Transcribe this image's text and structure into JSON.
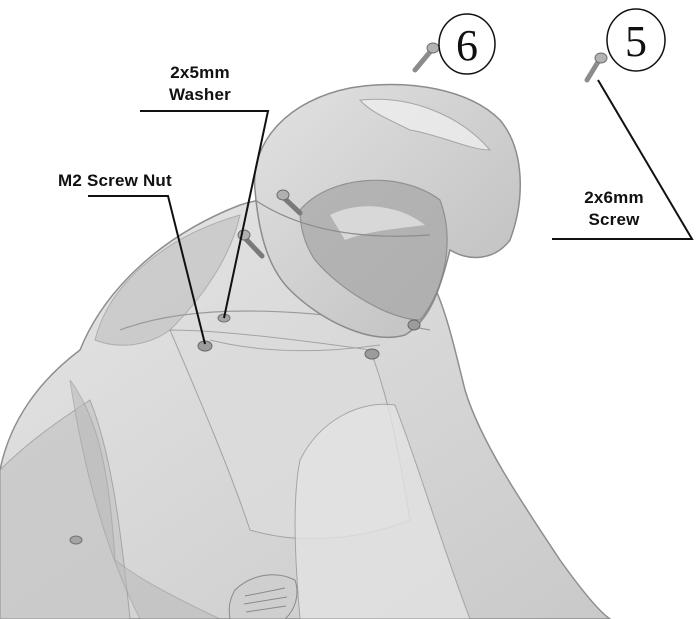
{
  "labels": {
    "washer_line1": "2x5mm",
    "washer_line2": "Washer",
    "nut": "M2 Screw Nut",
    "screw_line1": "2x6mm",
    "screw_line2": "Screw"
  },
  "steps": {
    "left": "6",
    "right": "5"
  },
  "colors": {
    "body_fill": "#d6d6d6",
    "body_stroke": "#8e8e8e",
    "shade": "#b9b9b9",
    "ink": "#111111"
  }
}
